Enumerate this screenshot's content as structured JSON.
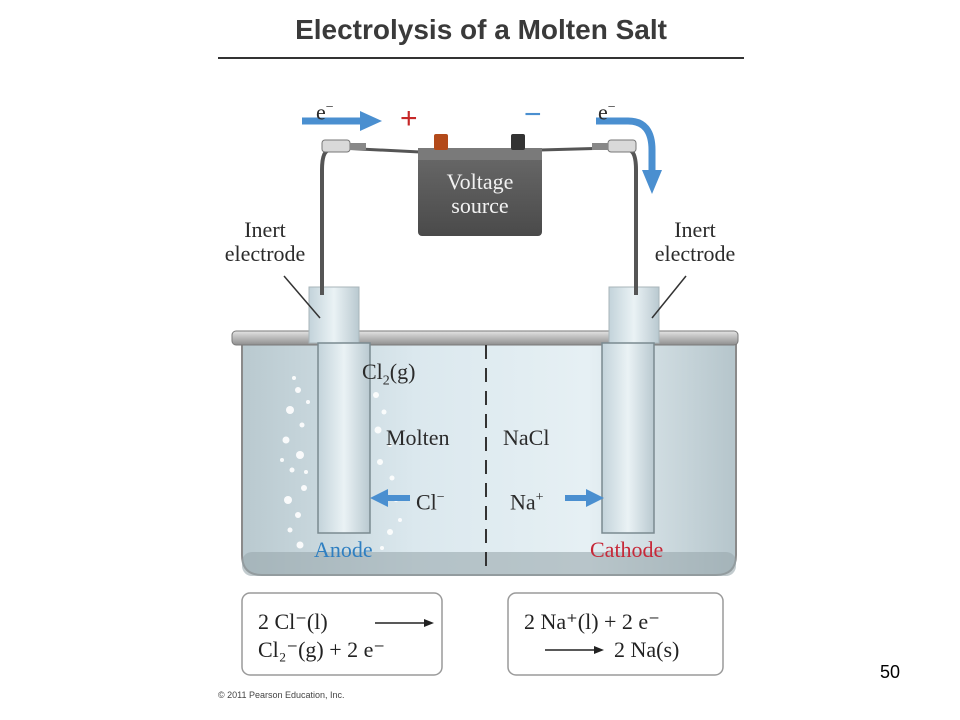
{
  "title": "Electrolysis of a Molten Salt",
  "electron_left": "e",
  "electron_right": "e",
  "electron_charge": "−",
  "plus_sign": "+",
  "minus_sign": "−",
  "voltage_source": "Voltage source",
  "inert_electrode_left": "Inert electrode",
  "inert_electrode_right": "Inert electrode",
  "cl2_gas_species": "Cl",
  "cl2_gas_sub": "2",
  "cl2_gas_state": "(g)",
  "molten": "Molten",
  "nacl": "NaCl",
  "cl_ion": "Cl",
  "cl_charge": "−",
  "na_ion": "Na",
  "na_charge": "+",
  "anode": "Anode",
  "cathode": "Cathode",
  "anode_eq_line1": "2 Cl⁻(l)",
  "anode_eq_line2": "Cl₂⁻(g) + 2 e⁻",
  "cathode_eq_line1": "2 Na⁺(l) + 2 e⁻",
  "cathode_eq_line2": "2 Na(s)",
  "page_number": "50",
  "copyright": "© 2011 Pearson Education, Inc.",
  "colors": {
    "arrow_blue": "#4a8fd0",
    "plus_red": "#c62828",
    "anode_blue": "#2f7fc1",
    "cathode_red": "#c62838"
  },
  "icons": [
    "right-arrow-icon",
    "curved-down-arrow-icon",
    "battery-icon"
  ]
}
